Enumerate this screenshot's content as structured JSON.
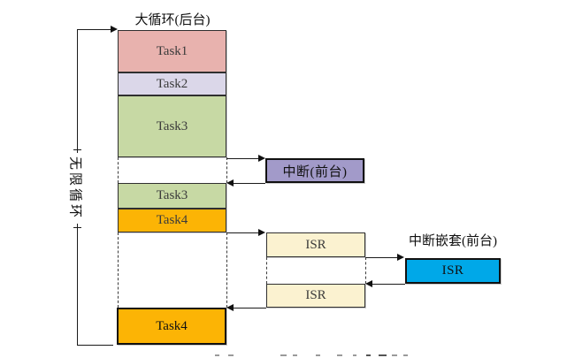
{
  "colors": {
    "task1_pink": "#E8B2AE",
    "task2_lavender": "#DBD7E9",
    "task3_green": "#C7D9A4",
    "task4_orange": "#FCB405",
    "isr_cream": "#FBF2D0",
    "interrupt_purple": "#A29AC9",
    "nested_blue": "#00A8E8",
    "line": "#1a1a1a"
  },
  "diagram": {
    "background_loop": {
      "title": "大循环(后台)",
      "loop_label": "无限循环",
      "tasks": [
        {
          "label": "Task1"
        },
        {
          "label": "Task2"
        },
        {
          "label": "Task3"
        },
        {
          "label": "Task3"
        },
        {
          "label": "Task4"
        },
        {
          "label": "Task4"
        }
      ]
    },
    "foreground": {
      "interrupt_box_label": "中断(前台)",
      "isr_box_1_label": "ISR",
      "isr_box_2_label": "ISR",
      "nested_title": "中断嵌套(前台)",
      "nested_isr_label": "ISR"
    }
  }
}
